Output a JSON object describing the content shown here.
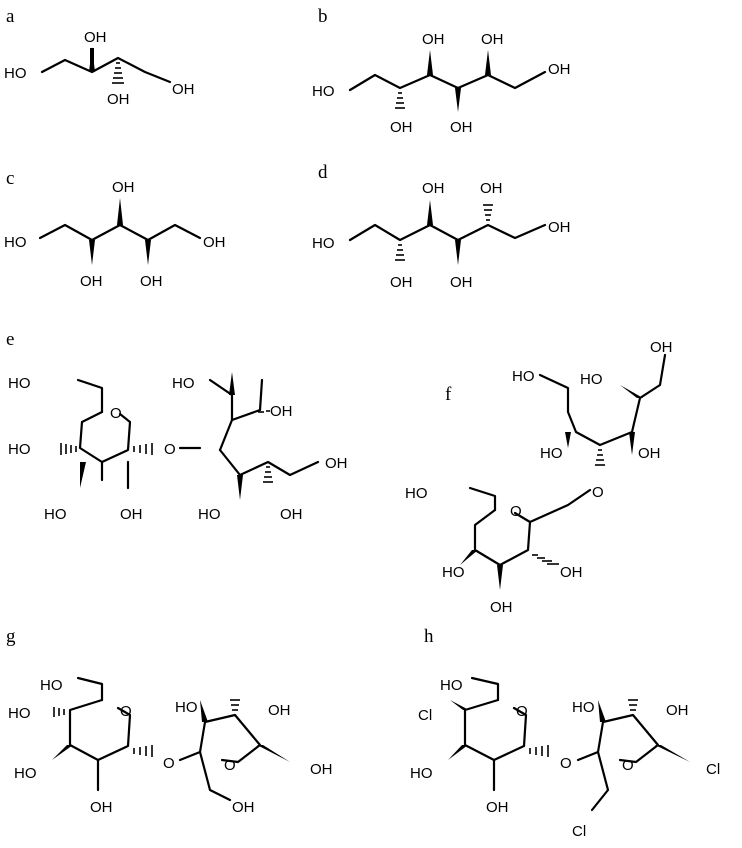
{
  "panels": [
    {
      "id": "a",
      "label": "a"
    },
    {
      "id": "b",
      "label": "b"
    },
    {
      "id": "c",
      "label": "c"
    },
    {
      "id": "d",
      "label": "d"
    },
    {
      "id": "e",
      "label": "e"
    },
    {
      "id": "f",
      "label": "f"
    },
    {
      "id": "g",
      "label": "g"
    },
    {
      "id": "h",
      "label": "h"
    }
  ],
  "atoms": {
    "hydroxyl": "OH",
    "hydroxyl_left": "HO",
    "ring_oxygen": "O",
    "chloro": "Cl"
  }
}
